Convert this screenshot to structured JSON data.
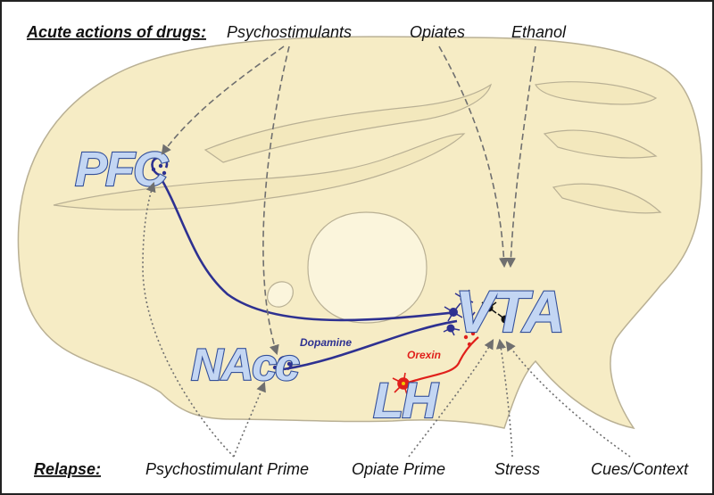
{
  "headers": {
    "acute": "Acute actions of drugs:",
    "relapse": "Relapse:"
  },
  "drugs": {
    "psychostimulants": "Psychostimulants",
    "opiates": "Opiates",
    "ethanol": "Ethanol"
  },
  "regions": {
    "pfc": "PFC",
    "nacc": "NAcc",
    "vta": "VTA",
    "lh": "LH"
  },
  "pathways": {
    "dopamine": "Dopamine",
    "orexin": "Orexin"
  },
  "relapse_triggers": {
    "psychostimulant_prime": "Psychostimulant Prime",
    "opiate_prime": "Opiate Prime",
    "stress": "Stress",
    "cues_context": "Cues/Context"
  },
  "colors": {
    "brain_fill": "#f6ecc5",
    "dopamine_pathway": "#2e3191",
    "orexin_pathway": "#e0201b",
    "region_fill": "#c3d6f3",
    "region_outline": "#34509a",
    "arrow_gray": "#6f6f6f"
  }
}
